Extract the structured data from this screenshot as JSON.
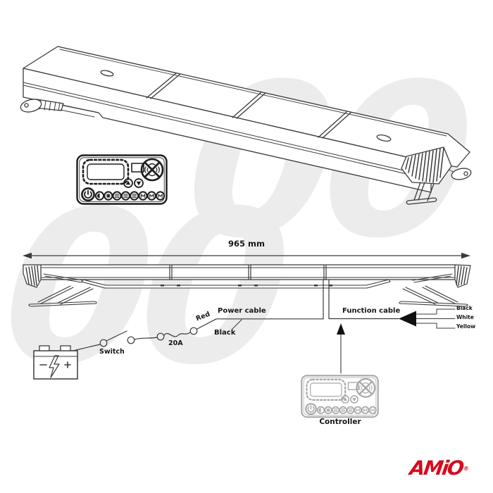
{
  "watermark": {
    "text": "00",
    "color": "#ececec"
  },
  "dimension": {
    "label": "965 mm"
  },
  "wiring": {
    "switch_label": "Switch",
    "fuse_label": "20A",
    "power_wire_labels": {
      "red": "Red",
      "black": "Black"
    },
    "power_cable_label": "Power cable",
    "function_cable_label": "Function cable",
    "function_wire_labels": [
      "Black",
      "White",
      "Yellow"
    ],
    "controller_label": "Controller"
  },
  "brand": {
    "name": "AMiO",
    "registered_mark": "®",
    "color": "#d50b1e"
  },
  "icons": {
    "battery": "battery-with-bolt",
    "battery_minus": "−",
    "battery_bolt": "⚡",
    "battery_plus": "+",
    "dimension_arrows": "◀▶",
    "function_cable_arrow": "◀",
    "controller_pointer_arrow": "▲",
    "remote_power": "⏻",
    "remote_up": "▲",
    "remote_down": "▼"
  },
  "drawing_colors": {
    "line": "#3a3a3a",
    "remote_dark": "#1d1d1d",
    "remote_light": "#a8a8a8"
  }
}
